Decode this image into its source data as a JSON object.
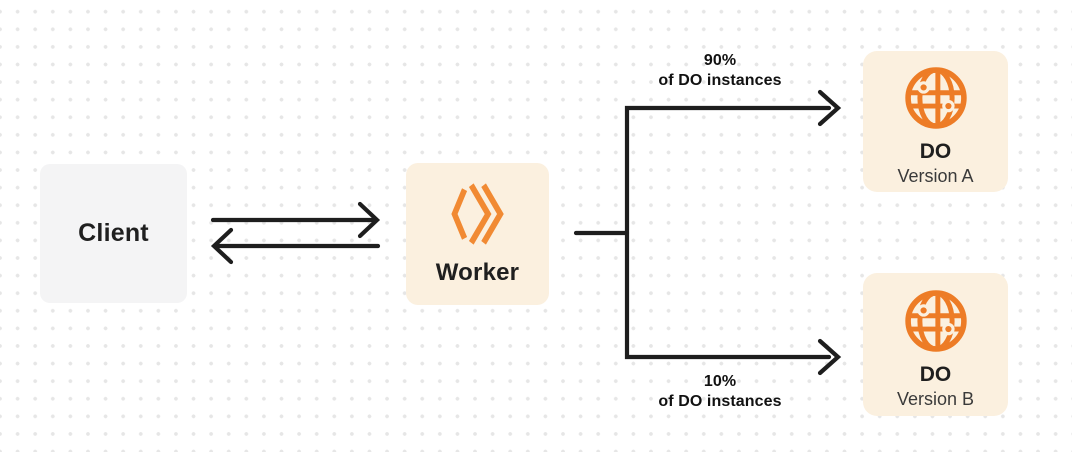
{
  "colors": {
    "background": "#FFFFFF",
    "dot_grid": "#E6E6E6",
    "client_box": "#F4F4F5",
    "cream_box": "#FBF0DF",
    "orange_worker": "#F18A33",
    "orange_globe": "#ED7C26",
    "arrow": "#1E1E1E",
    "text_primary": "#1F1F1F",
    "text_secondary": "#3A3A3A"
  },
  "nodes": {
    "client": {
      "label": "Client"
    },
    "worker": {
      "label": "Worker",
      "icon": "cloudflare-workers-logo-icon"
    },
    "do_version_a": {
      "title": "DO",
      "subtitle": "Version A",
      "icon": "globe-icon"
    },
    "do_version_b": {
      "title": "DO",
      "subtitle": "Version B",
      "icon": "globe-icon"
    }
  },
  "edges": {
    "split_top": {
      "percent": "90%",
      "caption": "of DO instances"
    },
    "split_bottom": {
      "percent": "10%",
      "caption": "of DO instances"
    }
  }
}
